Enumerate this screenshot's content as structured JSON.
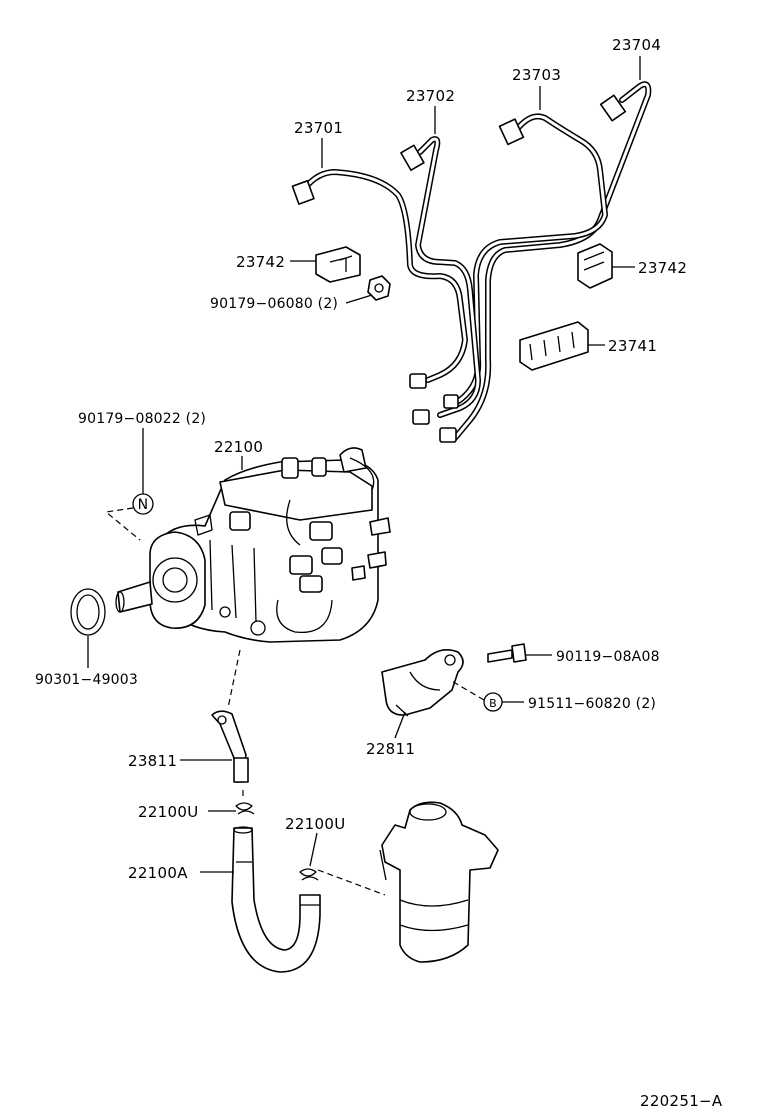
{
  "labels": {
    "p23704": "23704",
    "p23703": "23703",
    "p23702": "23702",
    "p23701": "23701",
    "p23742_left": "23742",
    "p23742_right": "23742",
    "p90179_06080": "90179−06080 (2)",
    "p23741": "23741",
    "p90179_08022": "90179−08022 (2)",
    "p22100": "22100",
    "p90301_49003": "90301−49003",
    "p90119_08A08": "90119−08A08",
    "p91511_60820": "91511−60820 (2)",
    "p22811": "22811",
    "p23811": "23811",
    "p22100U_left": "22100U",
    "p22100U_right": "22100U",
    "p22100A": "22100A",
    "diagram_id": "220251−A"
  },
  "symbols": {
    "n_symbol": "N",
    "b_symbol": "B"
  }
}
